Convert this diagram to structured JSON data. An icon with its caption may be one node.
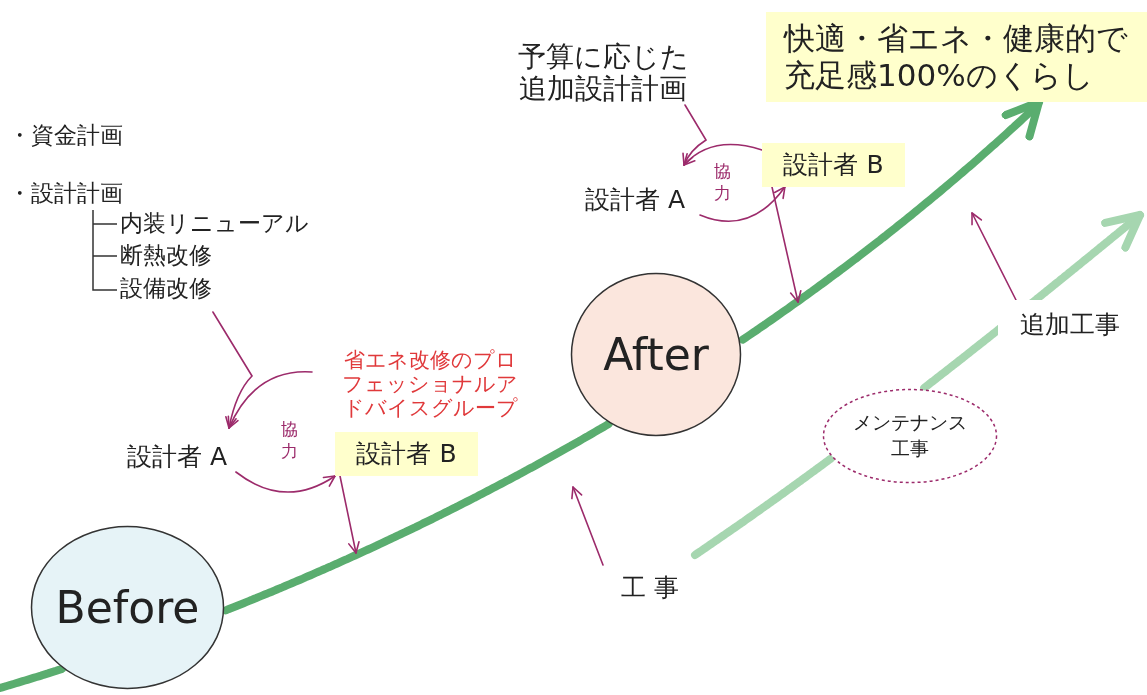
{
  "diagram": {
    "nodes": [
      {
        "text": [
          "Before"
        ]
      },
      {
        "text": [
          "After"
        ]
      },
      {
        "text": [
          "快適・省エネ・健康的で充足感100%のくらし"
        ]
      },
      {
        "text": [
          "・資金計画",
          "・設計計画",
          "内装リニューアル",
          "断熱改修",
          "設備改修"
        ]
      },
      {
        "text": [
          "省エネ改修のプロフェッショナルアドバイスグループ"
        ]
      },
      {
        "text": [
          "設計者 A"
        ]
      },
      {
        "text": [
          "設計者 B"
        ]
      },
      {
        "text": [
          "予算に応じた追加設計計画"
        ]
      },
      {
        "text": [
          "設計者 A"
        ]
      },
      {
        "text": [
          "設計者 B"
        ]
      },
      {
        "text": [
          "工 事"
        ]
      },
      {
        "text": [
          "追加工事"
        ]
      },
      {
        "text": [
          "メンテナンス工事"
        ]
      }
    ],
    "edges": [
      {
        "from": null,
        "to": 0,
        "arrow": "none",
        "style": "thick",
        "color": "#5aad6f"
      },
      {
        "from": 0,
        "to": 1,
        "arrow": "none",
        "style": "thick",
        "color": "#5aad6f"
      },
      {
        "from": 1,
        "to": 2,
        "arrow": "to",
        "style": "thick",
        "color": "#5aad6f"
      },
      {
        "from": null,
        "to": 12,
        "arrow": "none",
        "style": "thick",
        "color": "#a6d6b0"
      },
      {
        "from": 12,
        "to": null,
        "arrow": "to",
        "style": "thick",
        "color": "#a6d6b0"
      },
      {
        "from": 3,
        "to": 5,
        "arrow": "to"
      },
      {
        "from": 4,
        "to": 5,
        "arrow": "to"
      },
      {
        "from": 5,
        "to": 6,
        "arrow": "to",
        "label": "協力"
      },
      {
        "from": 6,
        "to": null,
        "arrow": "to"
      },
      {
        "from": 7,
        "to": 8,
        "arrow": "to"
      },
      {
        "from": 9,
        "to": 8,
        "arrow": "to"
      },
      {
        "from": 8,
        "to": 9,
        "arrow": "to",
        "label": "協力"
      },
      {
        "from": 9,
        "to": null,
        "arrow": "to"
      },
      {
        "from": 10,
        "to": null,
        "arrow": "to"
      },
      {
        "from": 11,
        "to": null,
        "arrow": "to"
      }
    ]
  }
}
